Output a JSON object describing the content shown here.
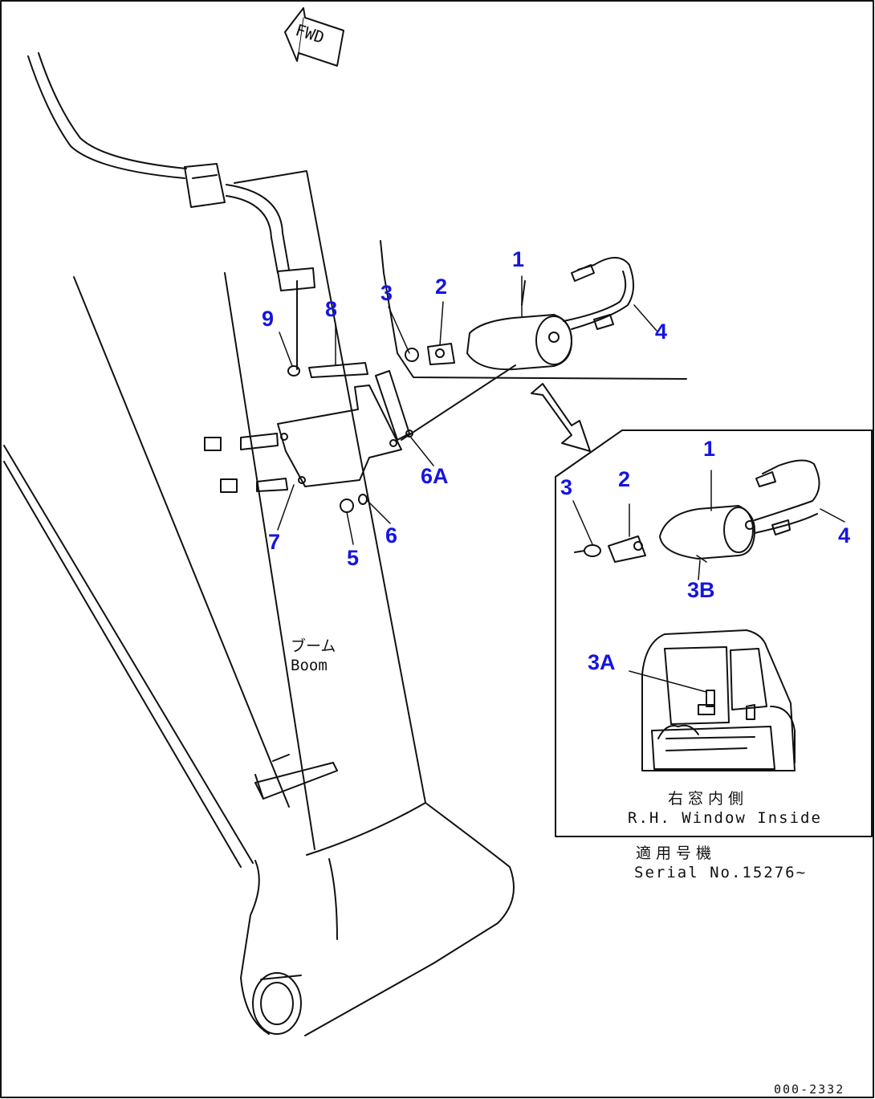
{
  "direction_marker": "FWD",
  "callouts": {
    "c1": "1",
    "c2": "2",
    "c3": "3",
    "c4": "4",
    "c5": "5",
    "c6": "6",
    "c6a": "6A",
    "c7": "7",
    "c8": "8",
    "c9": "9",
    "d1": "1",
    "d2": "2",
    "d3": "3",
    "d4": "4",
    "d3a": "3A",
    "d3b": "3B"
  },
  "labels": {
    "boom_jp": "ブーム",
    "boom_en": "Boom",
    "window_jp": "右窓内側",
    "window_en": "R.H. Window Inside",
    "serial_jp": "適用号機",
    "serial_en": "Serial No.15276~"
  },
  "drawing_number": "000-2332",
  "colors": {
    "callout": "#1515e0",
    "line": "#111111"
  }
}
